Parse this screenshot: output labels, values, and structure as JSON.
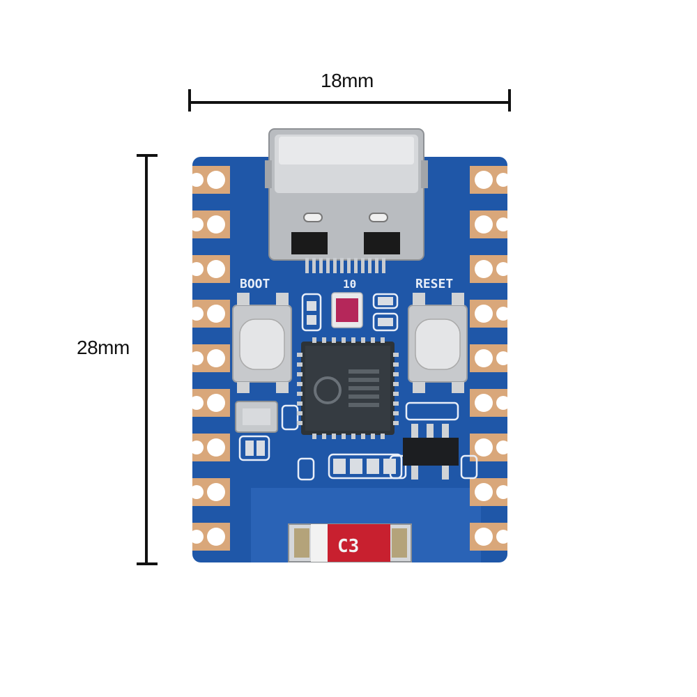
{
  "dimensions": {
    "width_label": "18mm",
    "height_label": "28mm"
  },
  "board": {
    "boot_label": "BOOT",
    "reset_label": "RESET",
    "led_label": "10",
    "chip_badge": "C3",
    "colors": {
      "pcb": "#1f57a8",
      "pad": "#d9a77a",
      "badge": "#c8202f",
      "silkscreen": "#e8eef8"
    }
  }
}
